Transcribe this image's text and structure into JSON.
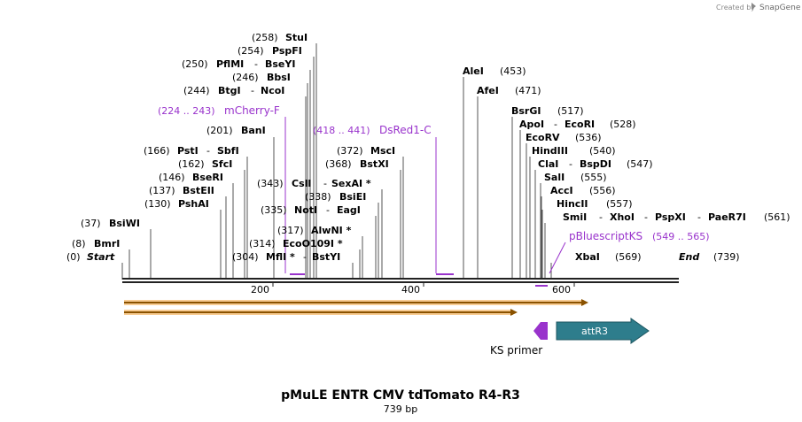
{
  "credit": "Created by",
  "brand": "SnapGene",
  "title": "pMuLE ENTR CMV tdTomato R4-R3",
  "subtitle": "739 bp",
  "length": 739,
  "axis_ticks": [
    "200",
    "400",
    "600"
  ],
  "ends": {
    "start": {
      "pos": "(0)",
      "name": "Start"
    },
    "end": {
      "pos": "(739)",
      "name": "End"
    }
  },
  "left_sites": [
    {
      "pos": "(8)",
      "name": "BmrI"
    },
    {
      "pos": "(37)",
      "name": "BsiWI"
    },
    {
      "pos": "(130)",
      "name": "PshAI"
    },
    {
      "pos": "(137)",
      "name": "BstEII"
    },
    {
      "pos": "(146)",
      "name": "BseRI"
    },
    {
      "pos": "(162)",
      "name": "SfcI"
    },
    {
      "pos": "(166)",
      "name": "PstI",
      "extra": "SbfI"
    },
    {
      "pos": "(201)",
      "name": "BanI"
    },
    {
      "pos": "(244)",
      "name": "BtgI",
      "extra": "NcoI"
    },
    {
      "pos": "(246)",
      "name": "BbsI"
    },
    {
      "pos": "(250)",
      "name": "PflMI",
      "extra": "BseYI"
    },
    {
      "pos": "(254)",
      "name": "PspFI"
    },
    {
      "pos": "(258)",
      "name": "StuI"
    },
    {
      "pos": "(304)",
      "name": "MflI *",
      "extra": "BstYI"
    },
    {
      "pos": "(314)",
      "name": "EcoO109I *"
    },
    {
      "pos": "(317)",
      "name": "AlwNI *"
    },
    {
      "pos": "(335)",
      "name": "NotI",
      "extra": "EagI"
    },
    {
      "pos": "(338)",
      "name": "BsiEI"
    },
    {
      "pos": "(343)",
      "name": "CslI",
      "extra": "SexAI *"
    },
    {
      "pos": "(368)",
      "name": "BstXI"
    },
    {
      "pos": "(372)",
      "name": "MscI"
    }
  ],
  "right_sites": [
    {
      "pos": "(453)",
      "name": "AleI"
    },
    {
      "pos": "(471)",
      "name": "AfeI"
    },
    {
      "pos": "(517)",
      "name": "BsrGI"
    },
    {
      "pos": "(528)",
      "name": "ApoI",
      "extra": "EcoRI"
    },
    {
      "pos": "(536)",
      "name": "EcoRV"
    },
    {
      "pos": "(540)",
      "name": "HindIII"
    },
    {
      "pos": "(547)",
      "name": "ClaI",
      "extra": "BspDI"
    },
    {
      "pos": "(555)",
      "name": "SalI"
    },
    {
      "pos": "(556)",
      "name": "AccI"
    },
    {
      "pos": "(557)",
      "name": "HincII"
    },
    {
      "pos": "(561)",
      "name": "SmiI",
      "extra": "XhoI",
      "extra2": "PspXI",
      "extra3": "PaeR7I"
    },
    {
      "pos": "(569)",
      "name": "XbaI"
    }
  ],
  "features": [
    {
      "name": "mCherry-F",
      "range": "(224 .. 243)"
    },
    {
      "name": "DsRed1-C",
      "range": "(418 .. 441)"
    },
    {
      "name": "pBluescriptKS",
      "range": "(549 .. 565)"
    }
  ],
  "attr3_label": "attR3",
  "ks_primer_label": "KS primer",
  "colors": {
    "feature": "#9933cc",
    "attR3": "#2e7d8c",
    "orf_glow": "#f2a23a"
  }
}
